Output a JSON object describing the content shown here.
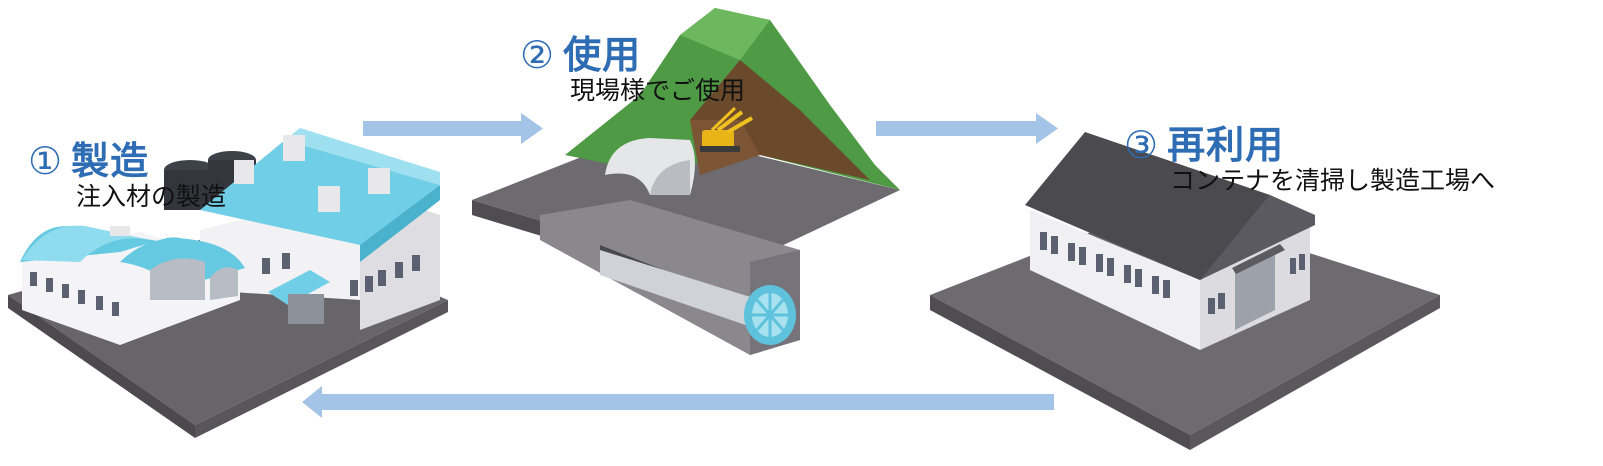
{
  "steps": [
    {
      "number": "①",
      "title": "製造",
      "subtitle": "注入材の製造"
    },
    {
      "number": "②",
      "title": "使用",
      "subtitle": "現場様でご使用"
    },
    {
      "number": "③",
      "title": "再利用",
      "subtitle": "コンテナを清掃し製造工場へ"
    }
  ],
  "colors": {
    "title": "#2e6db4",
    "arrow": "#a3c4e6",
    "roof_cyan": "#66c9e2",
    "ground": "#6e6c70",
    "mountain": "#4f9a44"
  }
}
